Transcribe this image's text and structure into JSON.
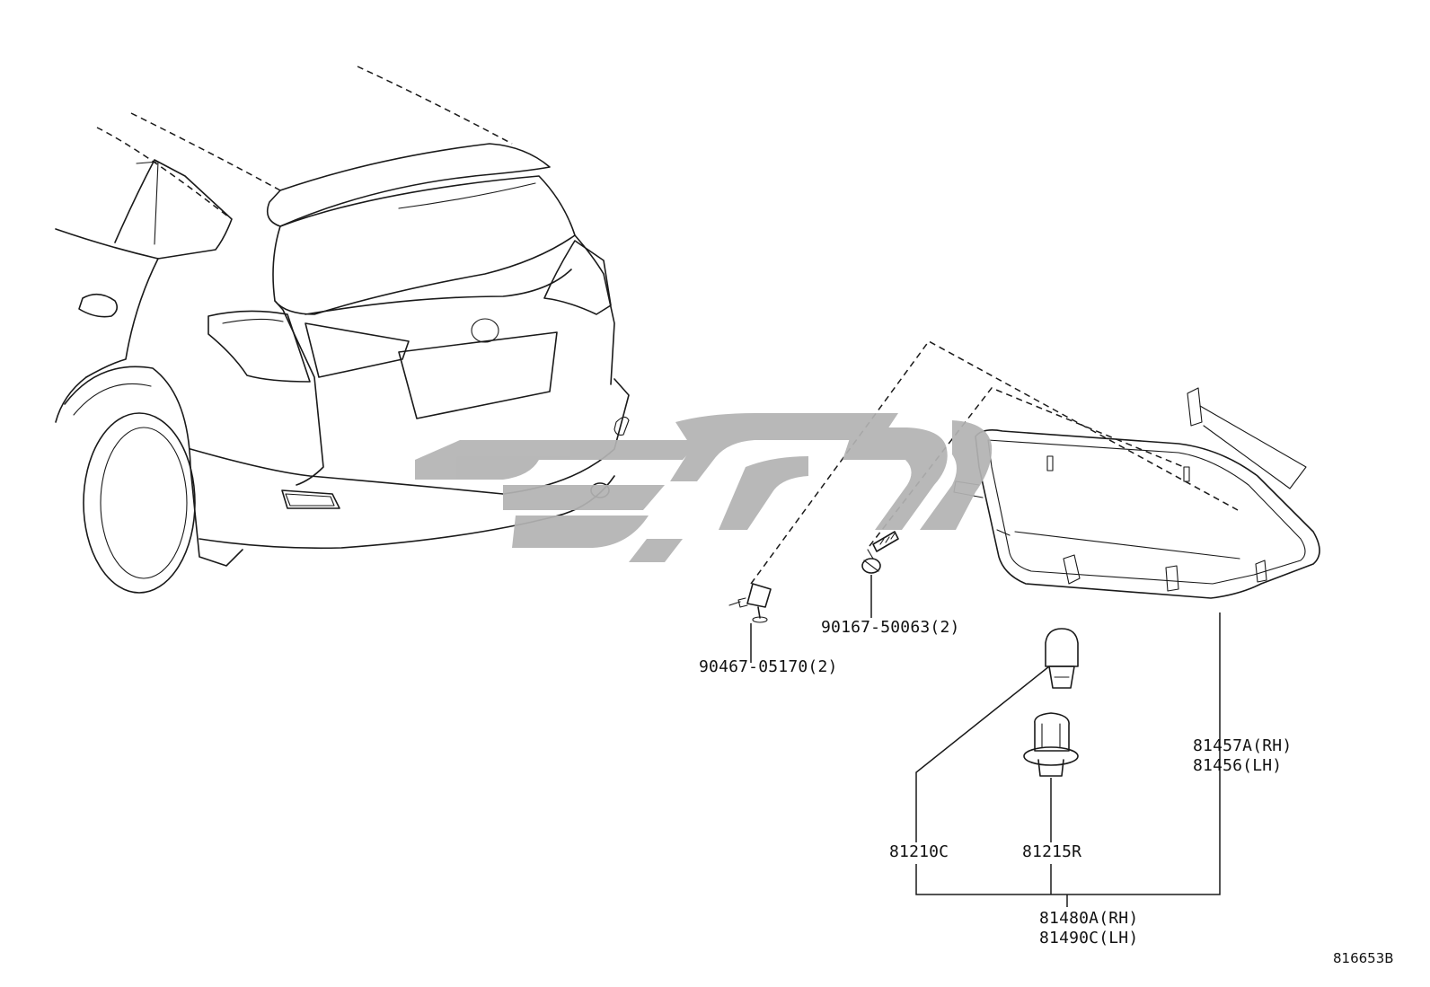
{
  "watermark": {
    "description": "persian-brand-logo",
    "color": "#b3b3b3"
  },
  "parts": {
    "clip": {
      "number": "90467-05170(2)"
    },
    "screw": {
      "number": "90167-50063(2)"
    },
    "bulb": {
      "number": "81210C"
    },
    "socket": {
      "number": "81215R"
    },
    "lens_housing": {
      "line1": "81457A(RH)",
      "line2": "81456(LH)"
    },
    "assembly": {
      "line1": "81480A(RH)",
      "line2": "81490C(LH)"
    }
  },
  "diagram_ref": "816653B",
  "colors": {
    "line": "#1a1a1a",
    "watermark": "#b3b3b3"
  }
}
